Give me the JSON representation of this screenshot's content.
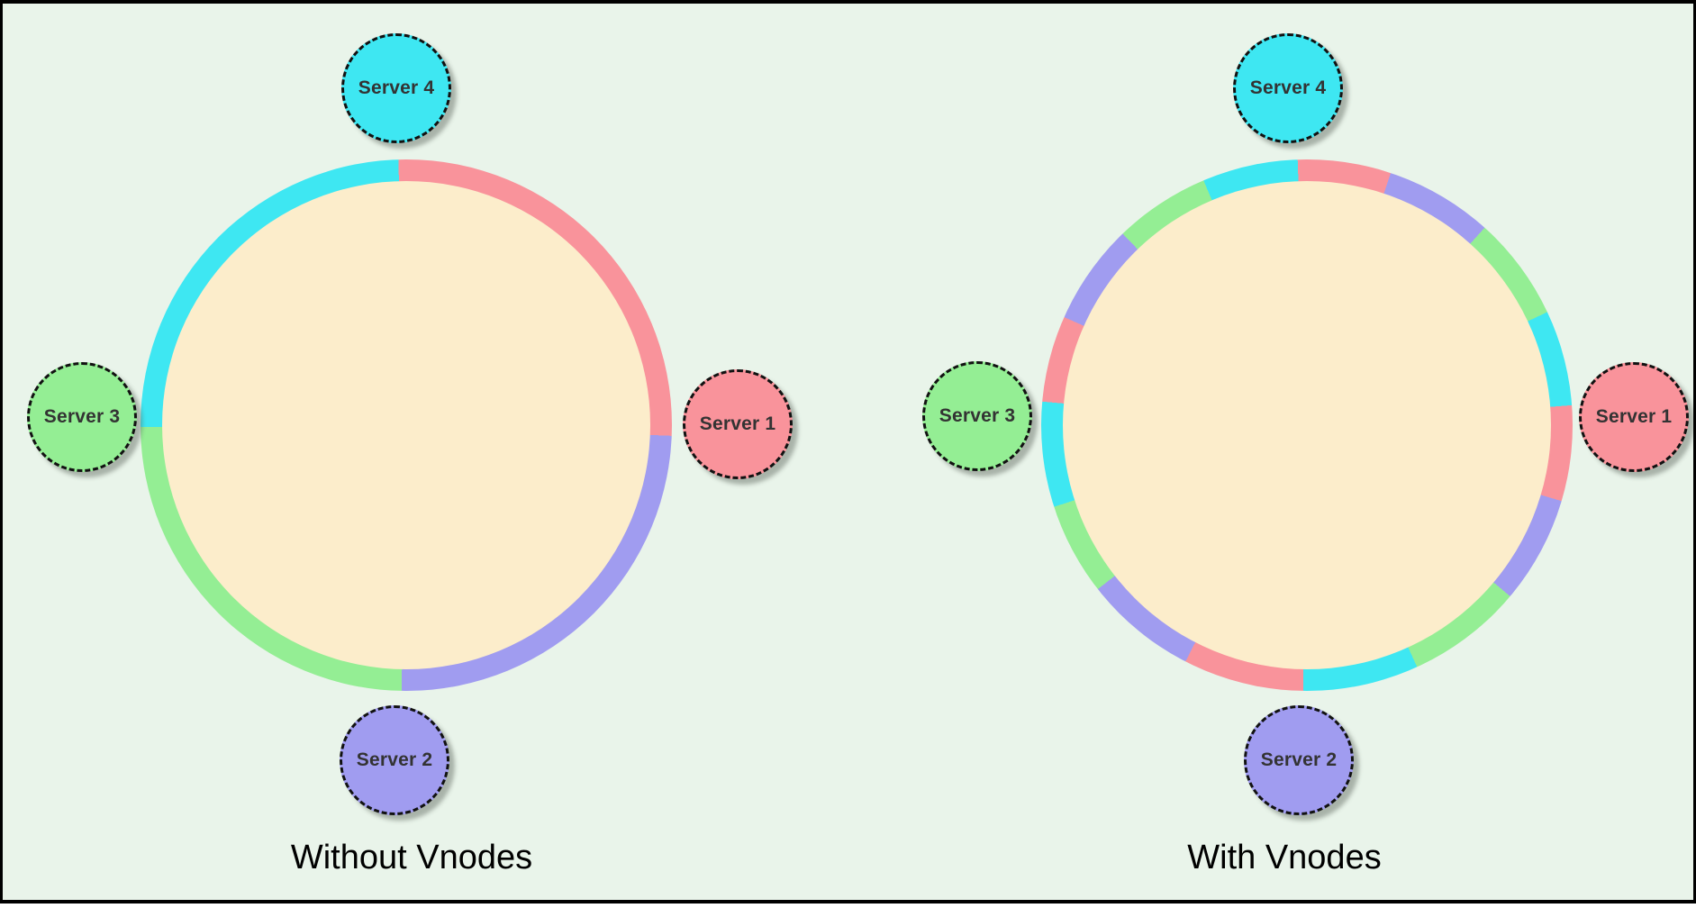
{
  "page": {
    "background": "#E9F4EA",
    "border_color": "#000000",
    "outer_background": "#FFFFFF"
  },
  "palette": {
    "server1": "#F9939B",
    "server2": "#A09CF0",
    "server3": "#94EE94",
    "server4": "#3EE7F2",
    "ring_fill": "#FCEDCB",
    "node_border": "#111111",
    "label_text": "#333333",
    "caption_text": "#000000"
  },
  "diagrams": [
    {
      "caption": "Without Vnodes",
      "nodes": [
        {
          "label": "Server 4",
          "server": "server4",
          "position": "top"
        },
        {
          "label": "Server 1",
          "server": "server1",
          "position": "right"
        },
        {
          "label": "Server 2",
          "server": "server2",
          "position": "bottom"
        },
        {
          "label": "Server 3",
          "server": "server3",
          "position": "left"
        }
      ],
      "segments": [
        {
          "server": "server1",
          "start": 0,
          "end": 92.3
        },
        {
          "server": "server2",
          "start": 92.3,
          "end": 181
        },
        {
          "server": "server3",
          "start": 181,
          "end": 269.6
        },
        {
          "server": "server4",
          "start": 269.6,
          "end": 358.3
        },
        {
          "server": "server1",
          "start": 358.3,
          "end": 360
        }
      ]
    },
    {
      "caption": "With Vnodes",
      "nodes": [
        {
          "label": "Server 4",
          "server": "server4",
          "position": "top"
        },
        {
          "label": "Server 1",
          "server": "server1",
          "position": "right"
        },
        {
          "label": "Server 2",
          "server": "server2",
          "position": "bottom"
        },
        {
          "label": "Server 3",
          "server": "server3",
          "position": "left"
        }
      ],
      "segments": [
        {
          "server": "server1",
          "start": 0,
          "end": 18.4
        },
        {
          "server": "server2",
          "start": 18.4,
          "end": 42
        },
        {
          "server": "server3",
          "start": 42,
          "end": 64.8
        },
        {
          "server": "server4",
          "start": 64.8,
          "end": 85.7
        },
        {
          "server": "server1",
          "start": 85.7,
          "end": 106.6
        },
        {
          "server": "server2",
          "start": 106.6,
          "end": 130.1
        },
        {
          "server": "server3",
          "start": 130.1,
          "end": 155.5
        },
        {
          "server": "server4",
          "start": 155.5,
          "end": 180.8
        },
        {
          "server": "server1",
          "start": 180.8,
          "end": 207.2
        },
        {
          "server": "server2",
          "start": 207.2,
          "end": 231.9
        },
        {
          "server": "server3",
          "start": 231.9,
          "end": 252.1
        },
        {
          "server": "server4",
          "start": 252.1,
          "end": 275.1
        },
        {
          "server": "server1",
          "start": 275.1,
          "end": 294
        },
        {
          "server": "server2",
          "start": 294,
          "end": 316.1
        },
        {
          "server": "server3",
          "start": 316.1,
          "end": 337.1
        },
        {
          "server": "server4",
          "start": 337.1,
          "end": 358
        },
        {
          "server": "server1",
          "start": 358,
          "end": 360
        }
      ]
    }
  ]
}
